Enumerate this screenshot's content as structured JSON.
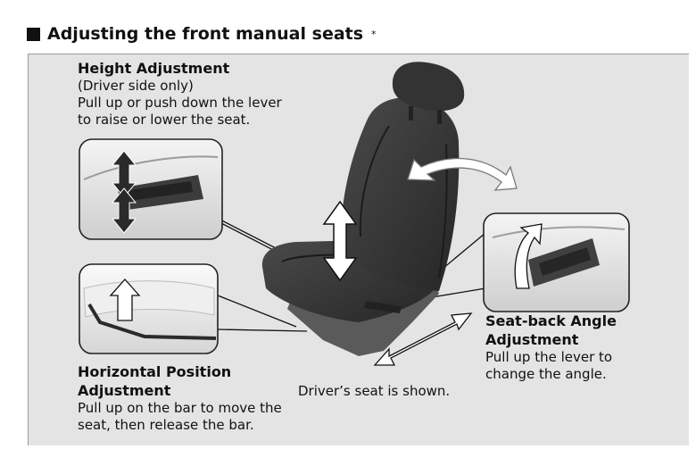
{
  "heading": {
    "title": "Adjusting the front manual seats",
    "marker": "*"
  },
  "height": {
    "title": "Height Adjustment",
    "lines": [
      "(Driver side only)",
      "Pull up or push down the lever",
      "to raise or lower the seat."
    ]
  },
  "horizontal": {
    "title_lines": [
      "Horizontal Position",
      "Adjustment"
    ],
    "lines": [
      "Pull up on the bar to move the",
      "seat, then release the bar."
    ]
  },
  "angle": {
    "title_lines": [
      "Seat-back Angle",
      "Adjustment"
    ],
    "lines": [
      "Pull up the lever to",
      "change the angle."
    ]
  },
  "caption": "Driver’s seat is shown.",
  "colors": {
    "panel_background": "#e4e4e4",
    "seat_dark": "#3a3a3a",
    "arrow_white": "#ffffff",
    "callout_border": "#222222"
  }
}
